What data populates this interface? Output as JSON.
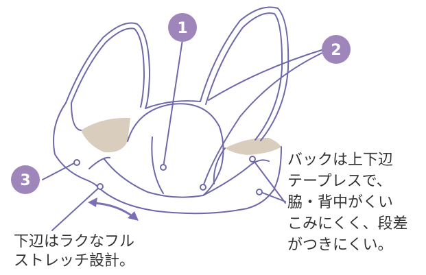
{
  "colors": {
    "outline": "#6d68a8",
    "lining": "#d9cdbd",
    "badge": "#9e85ba",
    "arrow": "#7a6fb4",
    "text": "#333333"
  },
  "callouts": [
    {
      "number": "1"
    },
    {
      "number": "2"
    },
    {
      "number": "3"
    }
  ],
  "captions": {
    "right": [
      "バックは上下辺",
      "テープレスで、",
      "脇・背中がくい",
      "こみにくく、段差",
      "がつきにくい。"
    ],
    "bottom": [
      "下辺はラクなフル",
      "ストレッチ設計。"
    ]
  }
}
